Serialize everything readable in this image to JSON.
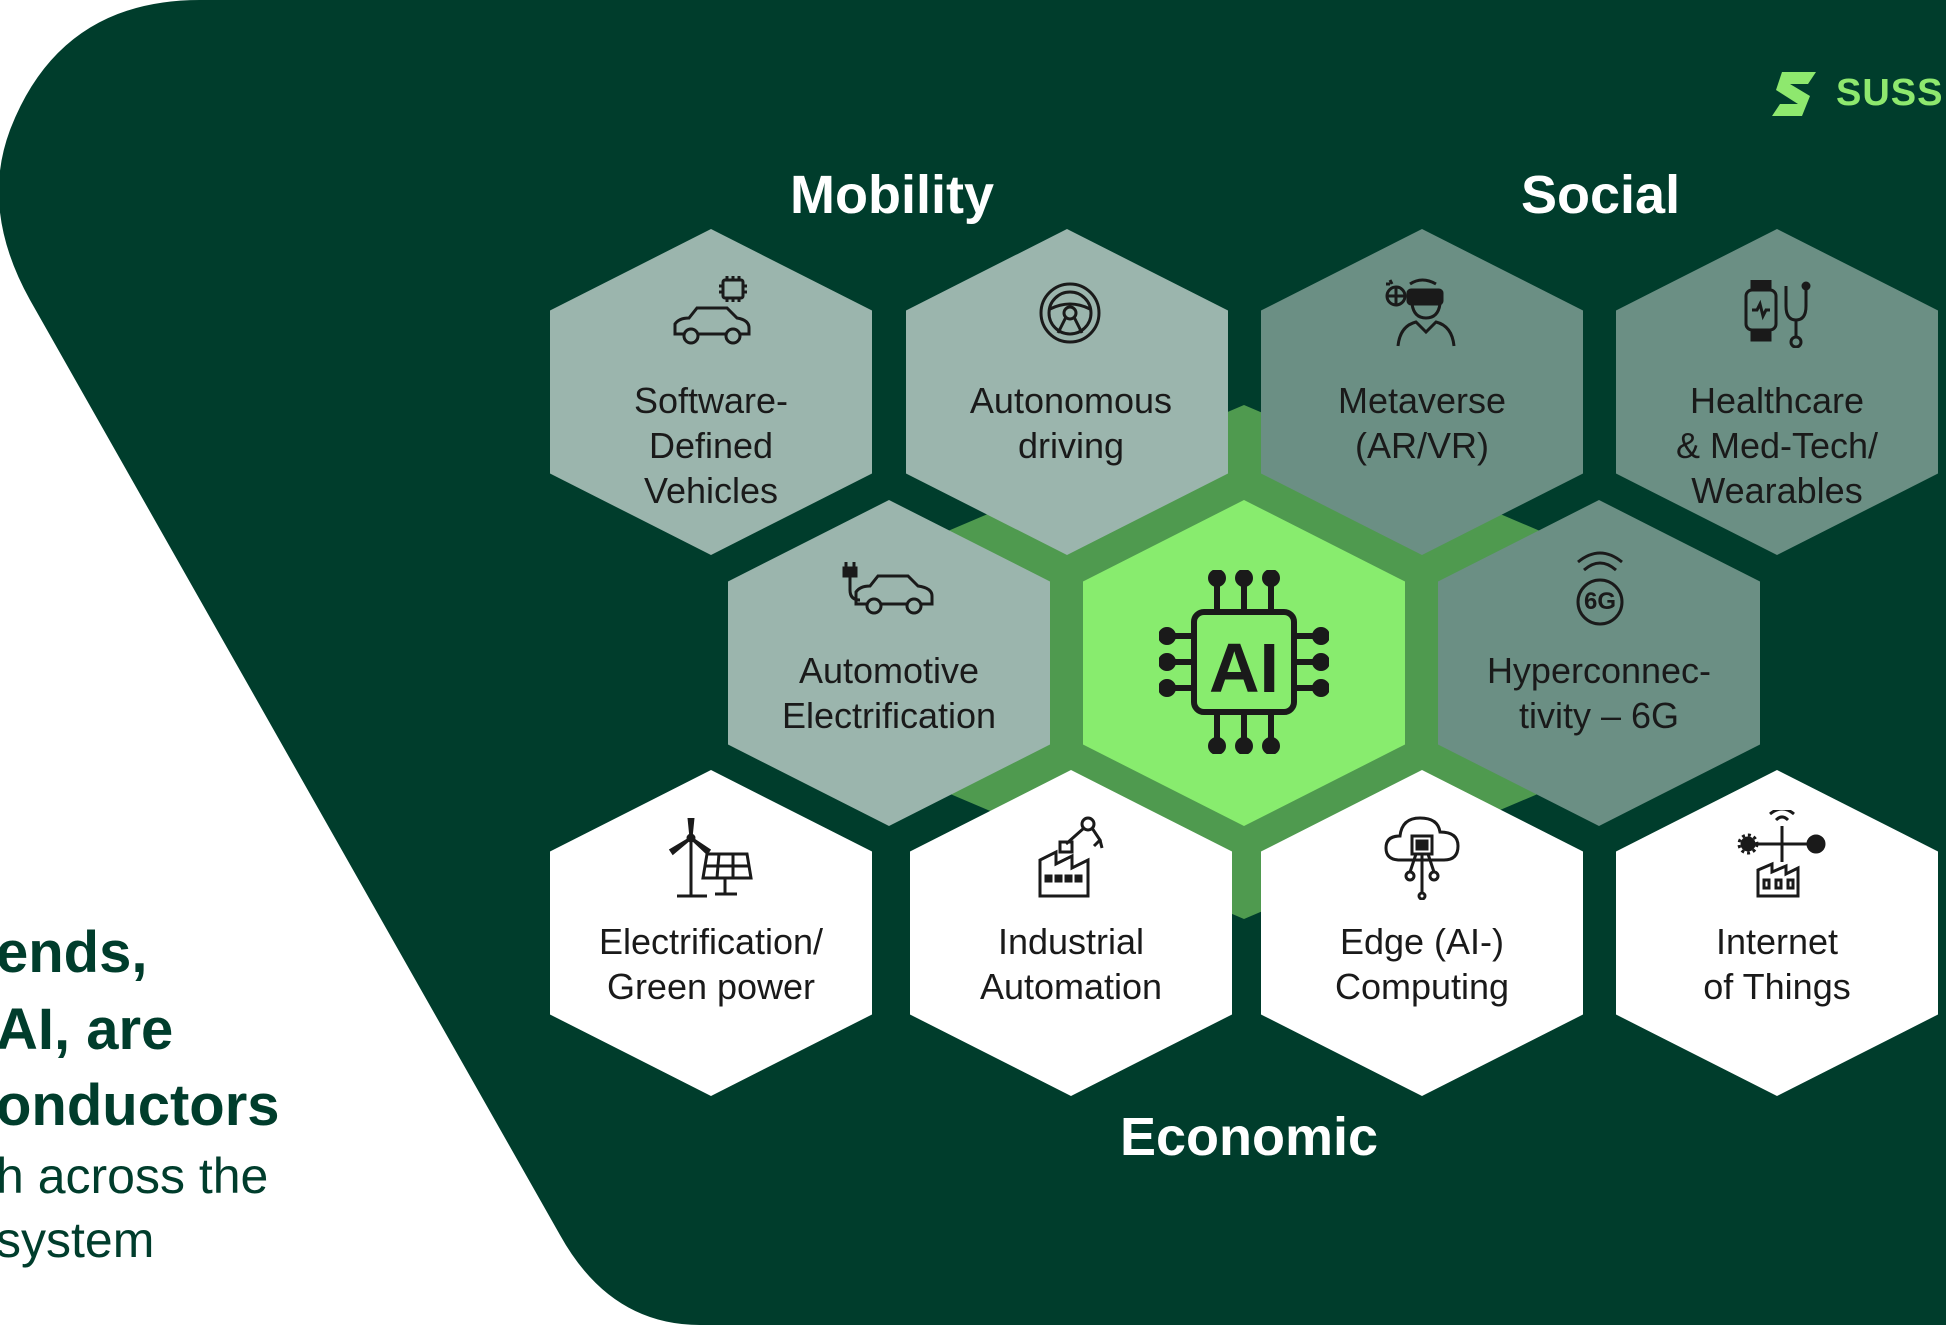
{
  "colors": {
    "background_shape": "#003d2c",
    "hex_mobility": "#9bb5ad",
    "hex_social": "#6b8f84",
    "hex_economic": "#ffffff",
    "hex_ai": "#88ec6e",
    "ai_ring": "#4f9a4f",
    "brand_green": "#8ee86e",
    "text_dark": "#1a1a1a",
    "text_white": "#ffffff"
  },
  "brand": {
    "logo_text": "SUSS",
    "logo_icon": "suss-logo-icon"
  },
  "left_panel": {
    "lines": [
      "ends,",
      "AI, are",
      "onductors"
    ],
    "sub_lines": [
      "h across the",
      "system"
    ]
  },
  "categories": {
    "mobility": "Mobility",
    "social": "Social",
    "economic": "Economic"
  },
  "center": {
    "label": "AI",
    "icon": "ai-chip-icon"
  },
  "hexagons": {
    "sdv": {
      "lines": [
        "Software-",
        "Defined",
        "Vehicles"
      ],
      "icon": "software-car-icon"
    },
    "autonomous": {
      "lines": [
        "Autonomous",
        "driving"
      ],
      "icon": "steering-wheel-icon"
    },
    "metaverse": {
      "lines": [
        "Metaverse",
        "(AR/VR)"
      ],
      "icon": "vr-headset-icon"
    },
    "healthcare": {
      "lines": [
        "Healthcare",
        "& Med-Tech/",
        "Wearables"
      ],
      "icon": "smartwatch-stethoscope-icon"
    },
    "auto_elec": {
      "lines": [
        "Automotive",
        "Electrification"
      ],
      "icon": "electric-car-icon"
    },
    "hyper": {
      "lines": [
        "Hyperconnec-",
        "tivity – 6G"
      ],
      "icon": "6g-signal-icon"
    },
    "electrification": {
      "lines": [
        "Electrification/",
        "Green power"
      ],
      "icon": "wind-solar-icon"
    },
    "industrial": {
      "lines": [
        "Industrial",
        "Automation"
      ],
      "icon": "robot-arm-factory-icon"
    },
    "edge": {
      "lines": [
        "Edge (AI-)",
        "Computing"
      ],
      "icon": "cloud-chip-icon"
    },
    "iot": {
      "lines": [
        "Internet",
        "of Things"
      ],
      "icon": "iot-factory-icon"
    }
  }
}
